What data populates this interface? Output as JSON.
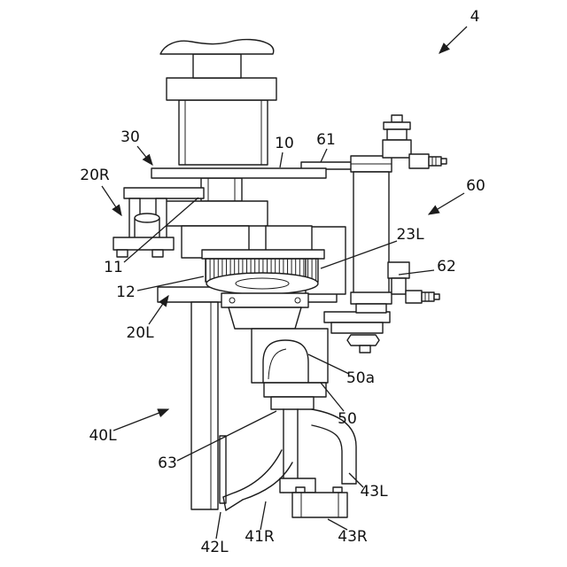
{
  "figure": {
    "kind": "patent-mechanical-assembly-drawing",
    "line_color": "#1c1c1c",
    "background": "#ffffff",
    "labels": {
      "r4": "4",
      "r30": "30",
      "r10": "10",
      "r61": "61",
      "r20R": "20R",
      "r60": "60",
      "r23L": "23L",
      "r62": "62",
      "r11": "11",
      "r12": "12",
      "r20L": "20L",
      "r50a": "50a",
      "r50": "50",
      "r40L": "40L",
      "r63": "63",
      "r43L": "43L",
      "r42L": "42L",
      "r41R": "41R",
      "r43R": "43R"
    }
  }
}
